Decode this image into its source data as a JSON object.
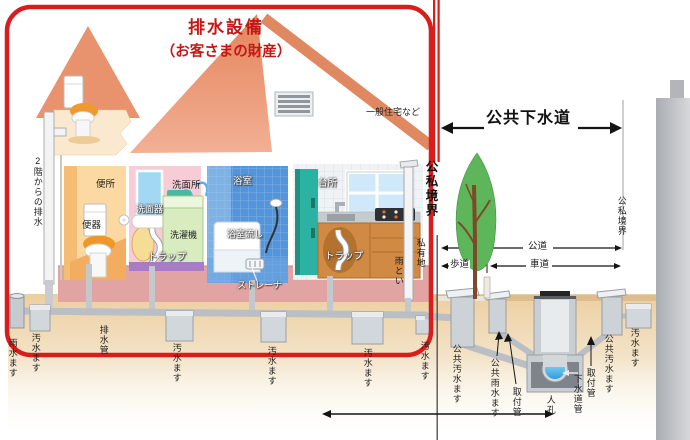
{
  "title": {
    "line1": "排水設備",
    "line2": "（お客さまの財産）"
  },
  "house": {
    "note": "一般住宅など",
    "second_floor_drain": "2階からの排水",
    "toilet_room": "便所",
    "toilet_bowl": "便器",
    "washroom": "洗面所",
    "wash_basin": "洗面器",
    "washing_machine": "洗濯機",
    "trap": "トラップ",
    "bathroom": "浴室",
    "bathroom_sink": "浴室流し",
    "strainer": "ストレーナ",
    "kitchen": "台所",
    "rain_gutter": "雨とい"
  },
  "boundary": {
    "public_private": "公私境界",
    "private_land": "私有地"
  },
  "public_area": {
    "sewer_title": "公共下水道",
    "public_road": "公道",
    "sidewalk": "歩道",
    "roadway": "車道"
  },
  "underground": {
    "rain_basin": "雨水ます",
    "sewage_basin": "汚水ます",
    "drain_pipe": "排水管",
    "public_sewage_basin": "公共汚水ます",
    "public_rain_basin": "公共雨水ます",
    "connection_pipe": "取付管",
    "manhole": "人孔",
    "sewer_pipe": "下水道管"
  },
  "colors": {
    "frame_red": "#d91c1c",
    "title_red": "#c41818",
    "roof_salmon": "#e8926e",
    "ground_tan": "#ecd0a4",
    "floor_pink": "#e2a3a3",
    "tile_blue": "#5494d8",
    "tree_green": "#5db65a",
    "water_blue": "#3fb0ea",
    "pipe_gray": "#b9bfc5"
  }
}
